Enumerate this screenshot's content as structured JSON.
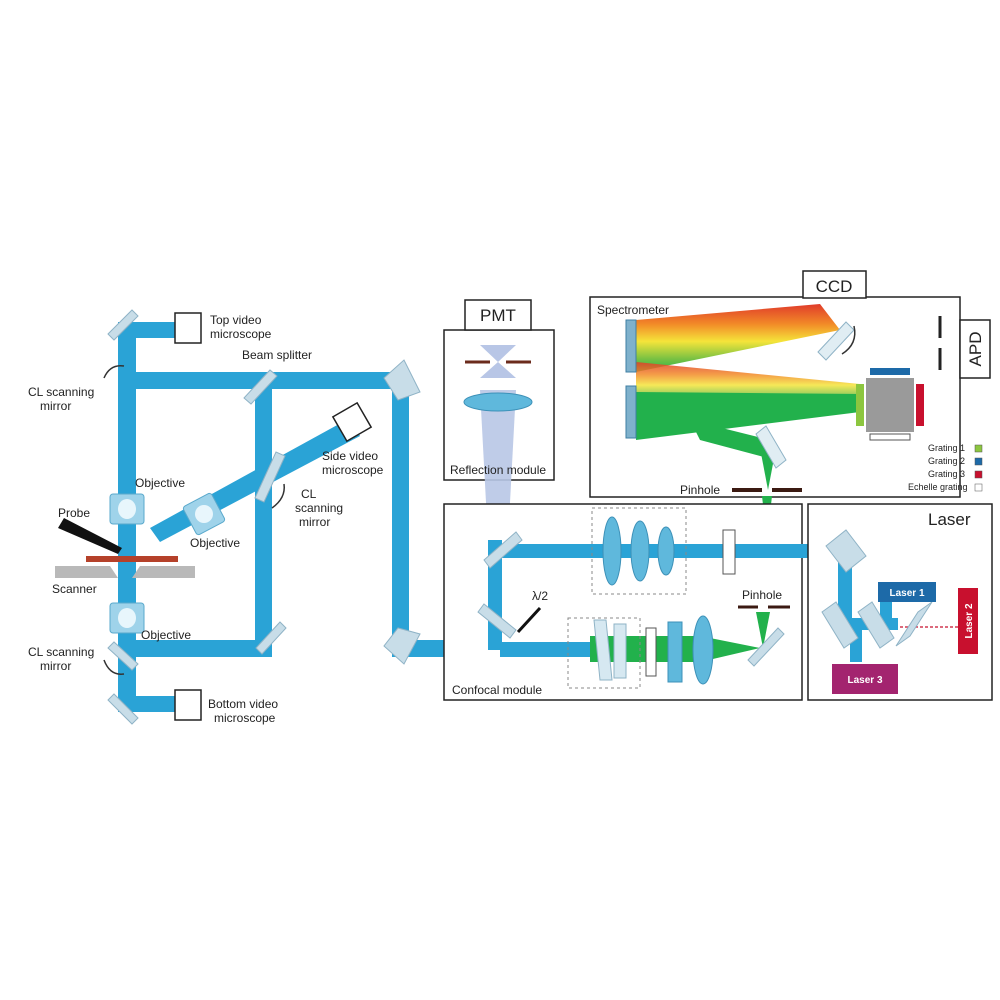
{
  "colors": {
    "beam": "#2aa3d6",
    "beam_dark": "#1b86b8",
    "sample": "#b5412a",
    "green": "#22b14c",
    "mirror": "#c8dde8",
    "laser1": "#1d6aa8",
    "laser2": "#c8102e",
    "laser3": "#a3246f"
  },
  "labels": {
    "top_video": [
      "Top video",
      "microscope"
    ],
    "beam_splitter": "Beam splitter",
    "cl_mirror_top": [
      "CL scanning",
      "mirror"
    ],
    "objective_top": "Objective",
    "objective_side": "Objective",
    "side_video": [
      "Side video",
      "microscope"
    ],
    "cl_mirror_side": [
      "CL",
      "scanning",
      "mirror"
    ],
    "probe": "Probe",
    "scanner": "Scanner",
    "objective_bottom": "Objective",
    "cl_mirror_bottom": [
      "CL scanning",
      "mirror"
    ],
    "bottom_video": [
      "Bottom video",
      "microscope"
    ],
    "pmt": "PMT",
    "reflection_module": "Reflection module",
    "ccd": "CCD",
    "apd": "APD",
    "spectrometer": "Spectrometer",
    "pinhole_top": "Pinhole",
    "laser_box": "Laser",
    "laser1": "Laser 1",
    "laser2": "Laser 2",
    "laser3": "Laser 3",
    "lambda_half": "λ/2",
    "pinhole_confocal": "Pinhole",
    "confocal_module": "Confocal module"
  },
  "legend": [
    {
      "label": "Grating 1",
      "color": "#8cc63f"
    },
    {
      "label": "Grating 2",
      "color": "#1d6aa8"
    },
    {
      "label": "Grating 3",
      "color": "#c8102e"
    },
    {
      "label": "Echelle grating",
      "color": "#ffffff"
    }
  ]
}
